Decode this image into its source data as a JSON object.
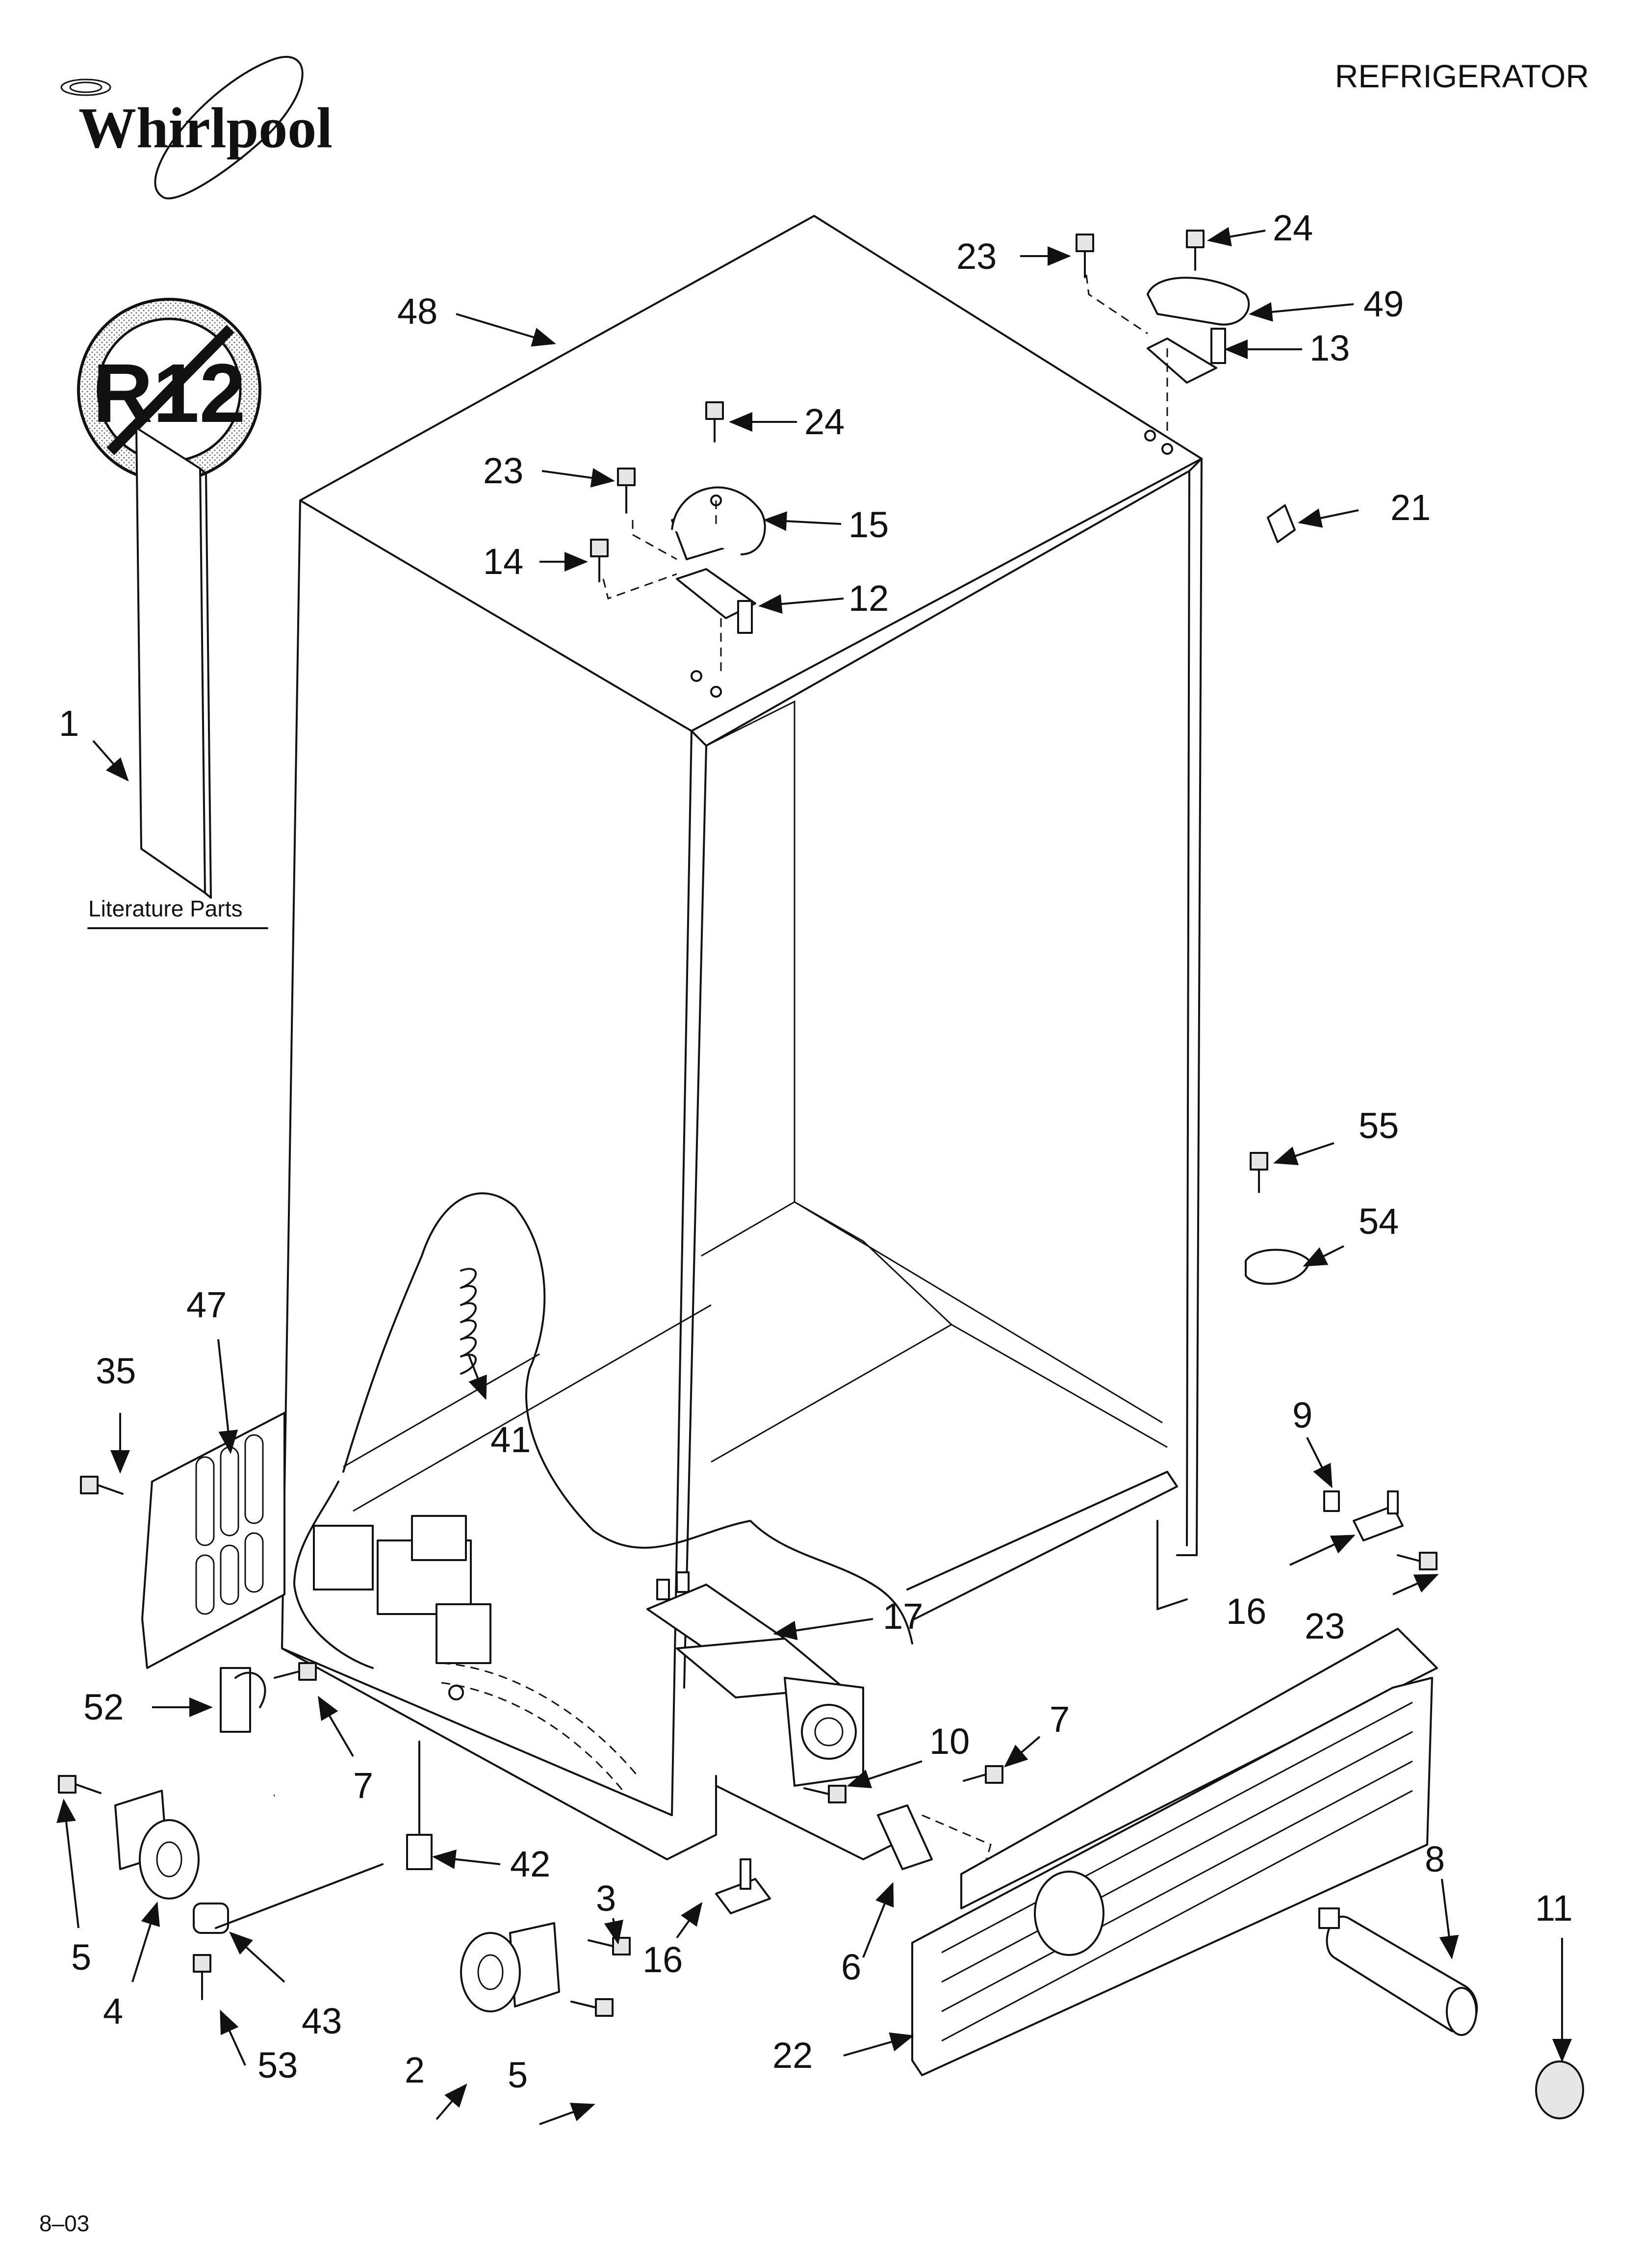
{
  "header": {
    "brand": "Whirlpool",
    "title": "REFRIGERATOR",
    "r12_badge": "R12",
    "literature_caption": "Literature Parts",
    "footer_code": "8–03"
  },
  "callouts": {
    "c1": "1",
    "c2": "2",
    "c3": "3",
    "c4": "4",
    "c5a": "5",
    "c5b": "5",
    "c6": "6",
    "c7a": "7",
    "c7b": "7",
    "c8": "8",
    "c9": "9",
    "c10": "10",
    "c11": "11",
    "c12": "12",
    "c13": "13",
    "c14": "14",
    "c15": "15",
    "c16a": "16",
    "c16b": "16",
    "c17": "17",
    "c21": "21",
    "c22": "22",
    "c23a": "23",
    "c23b": "23",
    "c23c": "23",
    "c24a": "24",
    "c24b": "24",
    "c35": "35",
    "c41": "41",
    "c42": "42",
    "c43": "43",
    "c47": "47",
    "c48": "48",
    "c49": "49",
    "c52": "52",
    "c53": "53",
    "c54": "54",
    "c55": "55"
  }
}
